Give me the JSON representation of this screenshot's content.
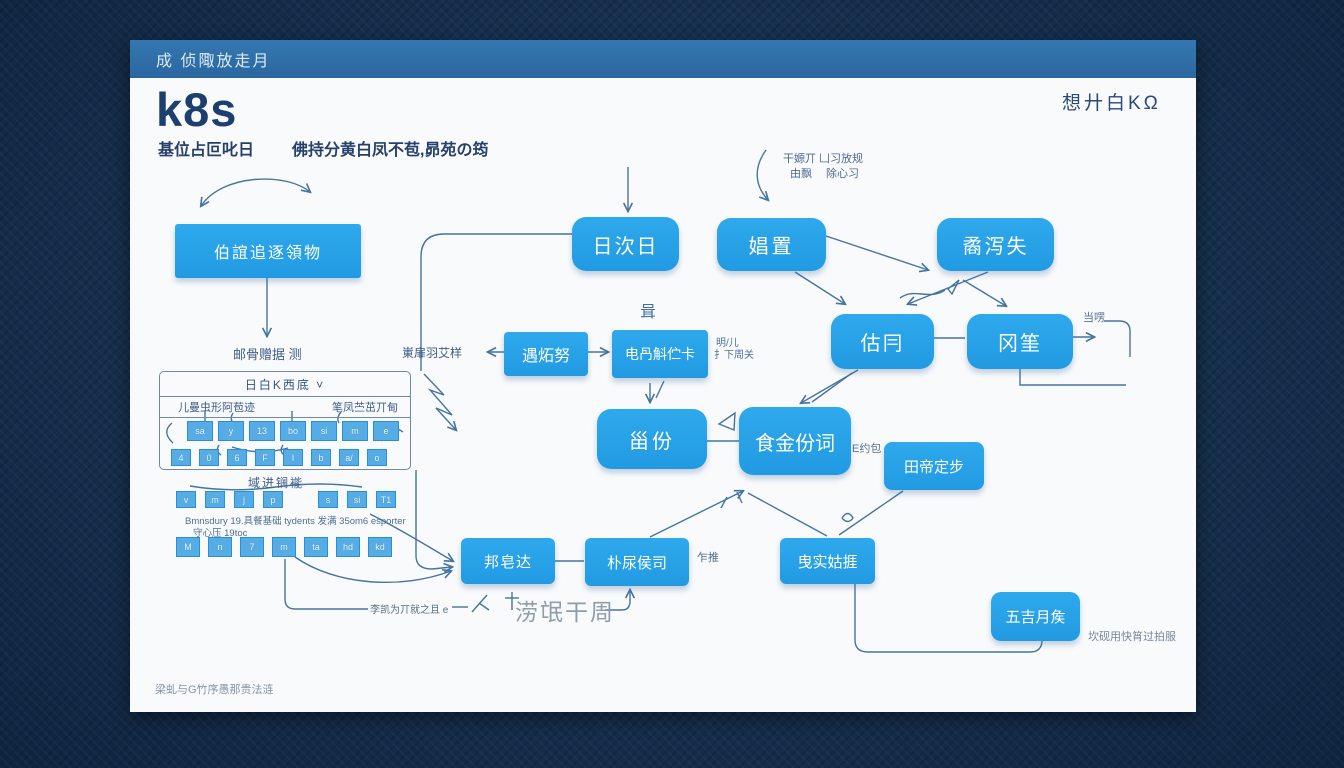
{
  "header": {
    "bar_text": "成 侦陬放走月",
    "title": "k8s",
    "subtitle_left": "基位占叵叱日",
    "subtitle_right": "佛持分黄白凤不苞,昴苑の筠",
    "top_right": "想廾白KΩ"
  },
  "nodes": {
    "host_panel": "伯誼追逐領物",
    "api": "日㳄日",
    "scheduler": "娼置",
    "controller": "矞泻失",
    "node_a": "估冃",
    "node_b": "冈筀",
    "etcd": "遇炻努",
    "kubelet": "电冎斛伫卡",
    "pod": "甾份",
    "service": "食金份词",
    "ingress": "田帝定步",
    "cni": "邦皂达",
    "dns": "朴尿侯司",
    "monitor": "曳实姑捱",
    "logging": "五吉月矦"
  },
  "labels": {
    "under_host": "邮骨赠据 测",
    "etcd_left": "崬扉羽艾样",
    "kubelet_side1": "明/儿",
    "kubelet_side2": "扌下周关",
    "top_mid1": "干嫄丌 凵习放规",
    "top_mid2": "由飘　 除心习",
    "mid_glyph": "咠",
    "e_tag": "E约包",
    "nodeb_right": "当㗄",
    "dns_right": "乍推",
    "flow_big": "涝氓干周",
    "flow_small": "李凯为丌就之且 e",
    "log_right": "坎砚用快筲过拍服",
    "footer": "梁虬与G竹序愚那贵法涟"
  },
  "left_cluster": {
    "table_header": "日白K西底 ˅",
    "col_left": "儿曼虫形阿苞迹",
    "col_right": "笔凤苎茁丌甸",
    "row_label": "域进锎褦",
    "caption1": "Bmnsdury 19.具餐基础 tydents 发满 35om6 esporter",
    "caption2": "守心压 19toc",
    "rows": [
      [
        "sa",
        "y",
        "13",
        "bo",
        "si",
        "m",
        "e"
      ],
      [
        "4",
        "0",
        "6",
        "F",
        "I",
        "b",
        "a/",
        "o"
      ],
      [
        "v",
        "m",
        "j",
        "p",
        "s",
        "si",
        "T1"
      ],
      [
        "M",
        "n",
        "7",
        "m",
        "ta",
        "hd",
        "kd"
      ]
    ]
  },
  "colors": {
    "background": "#16304d",
    "canvas": "#f9fafc",
    "header_bar": "#2f6ca5",
    "node_fill": "#29a3e8",
    "connector": "#46749f",
    "title_text": "#1c3f6e"
  }
}
